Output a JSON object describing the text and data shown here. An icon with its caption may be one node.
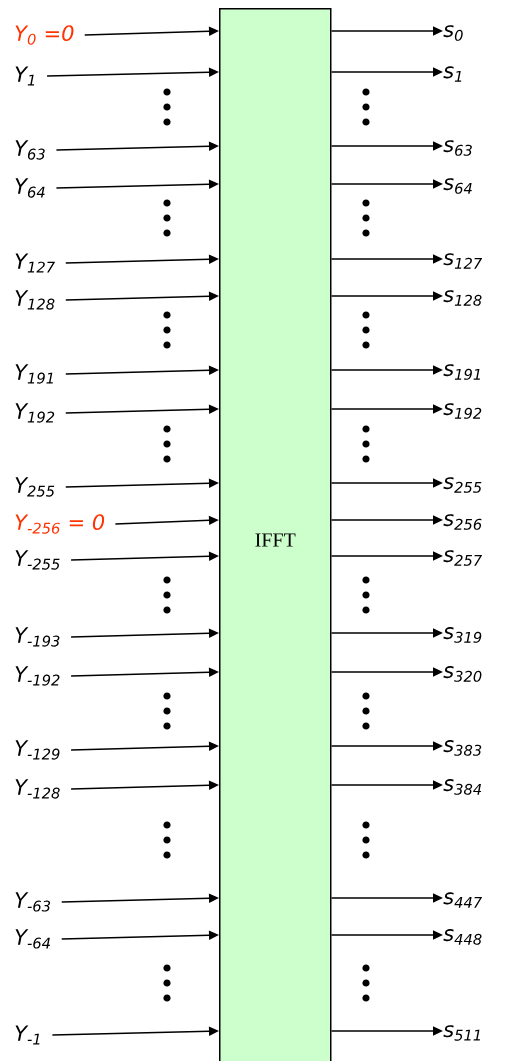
{
  "diagram": {
    "nodes": [
      {
        "text": [
          "IFFT"
        ]
      },
      {
        "text": [
          "Y$_{0}$ =0"
        ]
      },
      {
        "text": [
          "Y$_{1}$"
        ]
      },
      {
        "text": [
          "Y$_{63}$"
        ]
      },
      {
        "text": [
          "Y$_{64}$"
        ]
      },
      {
        "text": [
          "Y$_{127}$"
        ]
      },
      {
        "text": [
          "Y$_{128}$"
        ]
      },
      {
        "text": [
          "Y$_{191}$"
        ]
      },
      {
        "text": [
          "Y$_{192}$"
        ]
      },
      {
        "text": [
          "Y$_{255}$"
        ]
      },
      {
        "text": [
          "Y$_{-256}$ = 0"
        ]
      },
      {
        "text": [
          "Y$_{-255}$"
        ]
      },
      {
        "text": [
          "Y$_{-193}$"
        ]
      },
      {
        "text": [
          "Y$_{-192}$"
        ]
      },
      {
        "text": [
          "Y$_{-129}$"
        ]
      },
      {
        "text": [
          "Y$_{-128}$"
        ]
      },
      {
        "text": [
          "Y$_{-63}$"
        ]
      },
      {
        "text": [
          "Y$_{-64}$"
        ]
      },
      {
        "text": [
          "Y$_{-1}$"
        ]
      },
      {
        "text": [
          "s$_{0}$"
        ]
      },
      {
        "text": [
          "s$_{1}$"
        ]
      },
      {
        "text": [
          "s$_{63}$"
        ]
      },
      {
        "text": [
          "s$_{64}$"
        ]
      },
      {
        "text": [
          "s$_{127}$"
        ]
      },
      {
        "text": [
          "s$_{128}$"
        ]
      },
      {
        "text": [
          "s$_{191}$"
        ]
      },
      {
        "text": [
          "s$_{192}$"
        ]
      },
      {
        "text": [
          "s$_{255}$"
        ]
      },
      {
        "text": [
          "s$_{256}$"
        ]
      },
      {
        "text": [
          "s$_{257}$"
        ]
      },
      {
        "text": [
          "s$_{319}$"
        ]
      },
      {
        "text": [
          "s$_{320}$"
        ]
      },
      {
        "text": [
          "s$_{383}$"
        ]
      },
      {
        "text": [
          "s$_{384}$"
        ]
      },
      {
        "text": [
          "s$_{447}$"
        ]
      },
      {
        "text": [
          "s$_{448}$"
        ]
      },
      {
        "text": [
          "s$_{511}$"
        ]
      }
    ],
    "edges": [
      {
        "from": 1,
        "to": 0,
        "arrow": "to"
      },
      {
        "from": 2,
        "to": 0,
        "arrow": "to"
      },
      {
        "from": 3,
        "to": 0,
        "arrow": "to"
      },
      {
        "from": 4,
        "to": 0,
        "arrow": "to"
      },
      {
        "from": 5,
        "to": 0,
        "arrow": "to"
      },
      {
        "from": 6,
        "to": 0,
        "arrow": "to"
      },
      {
        "from": 7,
        "to": 0,
        "arrow": "to"
      },
      {
        "from": 8,
        "to": 0,
        "arrow": "to"
      },
      {
        "from": 9,
        "to": 0,
        "arrow": "to"
      },
      {
        "from": 10,
        "to": 0,
        "arrow": "to"
      },
      {
        "from": 11,
        "to": 0,
        "arrow": "to"
      },
      {
        "from": 12,
        "to": 0,
        "arrow": "to"
      },
      {
        "from": 13,
        "to": 0,
        "arrow": "to"
      },
      {
        "from": 14,
        "to": 0,
        "arrow": "to"
      },
      {
        "from": 15,
        "to": 0,
        "arrow": "to"
      },
      {
        "from": 16,
        "to": 0,
        "arrow": "to"
      },
      {
        "from": 17,
        "to": 0,
        "arrow": "to"
      },
      {
        "from": 18,
        "to": 0,
        "arrow": "to"
      },
      {
        "from": 0,
        "to": 19,
        "arrow": "to"
      },
      {
        "from": 0,
        "to": 20,
        "arrow": "to"
      },
      {
        "from": 0,
        "to": 21,
        "arrow": "to"
      },
      {
        "from": 0,
        "to": 22,
        "arrow": "to"
      },
      {
        "from": 0,
        "to": 23,
        "arrow": "to"
      },
      {
        "from": 0,
        "to": 24,
        "arrow": "to"
      },
      {
        "from": 0,
        "to": 25,
        "arrow": "to"
      },
      {
        "from": 0,
        "to": 26,
        "arrow": "to"
      },
      {
        "from": 0,
        "to": 27,
        "arrow": "to"
      },
      {
        "from": 0,
        "to": 28,
        "arrow": "to"
      },
      {
        "from": 0,
        "to": 29,
        "arrow": "to"
      },
      {
        "from": 0,
        "to": 30,
        "arrow": "to"
      },
      {
        "from": 0,
        "to": 31,
        "arrow": "to"
      },
      {
        "from": 0,
        "to": 32,
        "arrow": "to"
      },
      {
        "from": 0,
        "to": 33,
        "arrow": "to"
      },
      {
        "from": 0,
        "to": 34,
        "arrow": "to"
      },
      {
        "from": 0,
        "to": 35,
        "arrow": "to"
      },
      {
        "from": 0,
        "to": 36,
        "arrow": "to"
      }
    ]
  }
}
